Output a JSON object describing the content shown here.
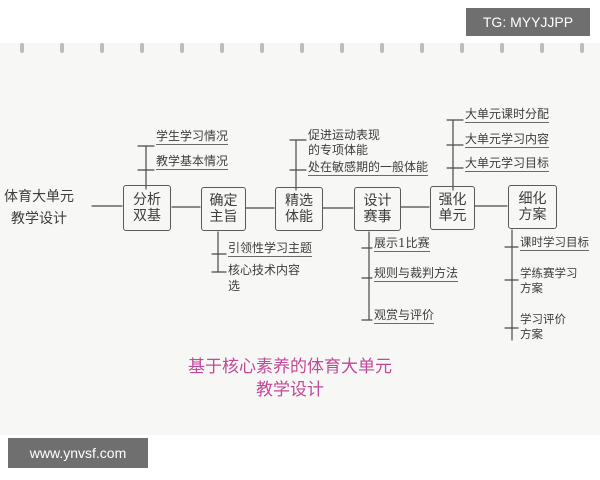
{
  "watermarks": {
    "top": "TG: MYYJJPP",
    "bottom": "www.ynvsf.com"
  },
  "diagram": {
    "root": "体育大单元\n教学设计",
    "nodes": [
      "分析\n双基",
      "确定\n主旨",
      "精选\n体能",
      "设计\n赛事",
      "强化\n单元",
      "细化\n方案"
    ],
    "branches": {
      "analysis": [
        "学生学习情况",
        "教学基本情况"
      ],
      "theme": [
        "引领性学习主题",
        "核心技术内容\n选"
      ],
      "fitness": [
        "促进运动表现\n的专项体能",
        "处在敏感期的一般体能"
      ],
      "event": [
        "展示1比赛",
        "规则与裁判方法",
        "观赏与评价"
      ],
      "unit": [
        "大单元课时分配",
        "大单元学习内容",
        "大单元学习目标"
      ],
      "plan": [
        "课时学习目标",
        "学练赛学习\n方案",
        "学习评价\n方案"
      ]
    },
    "title": "基于核心素养的体育大单元\n教学设计"
  }
}
